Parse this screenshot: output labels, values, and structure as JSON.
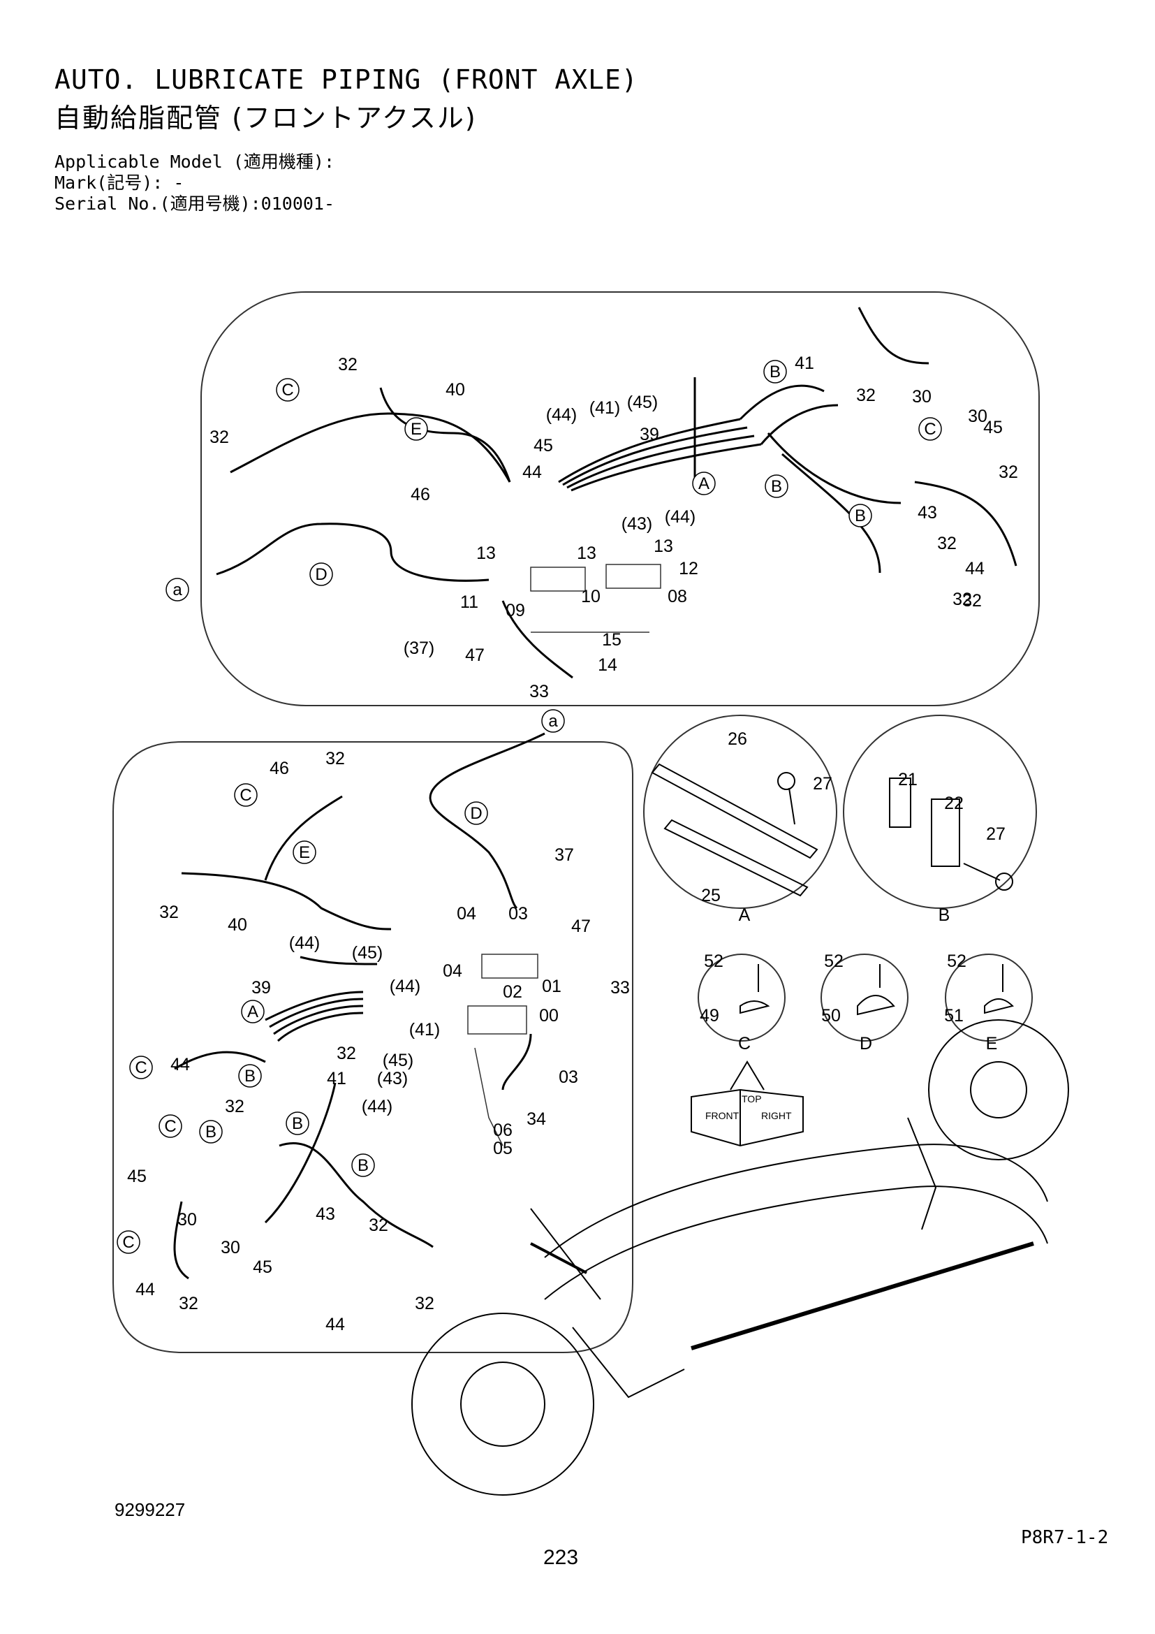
{
  "header": {
    "title_en": "AUTO. LUBRICATE PIPING (FRONT AXLE)",
    "title_ja": "自動給脂配管 (フロントアクスル)",
    "applicable_model": "Applicable Model (適用機種):",
    "mark": "Mark(記号): -",
    "serial_no": "Serial No.(適用号機):010001-"
  },
  "top_panel": {
    "labels": [
      "32",
      "40",
      "C",
      "E",
      "32",
      "46",
      "44",
      "45",
      "(44)",
      "(41)",
      "(45)",
      "39",
      "A",
      "(43)",
      "(44)",
      "13",
      "13",
      "13",
      "12",
      "11",
      "09",
      "10",
      "08",
      "15",
      "14",
      "47",
      "33",
      "(37)",
      "a",
      "D",
      "41",
      "B",
      "32",
      "30",
      "C",
      "30",
      "45",
      "32",
      "B",
      "B",
      "43",
      "32",
      "44",
      "32",
      "32"
    ]
  },
  "bottom_panel": {
    "labels": [
      "a",
      "46",
      "32",
      "C",
      "D",
      "E",
      "37",
      "32",
      "40",
      "04",
      "03",
      "47",
      "(44)",
      "(45)",
      "39",
      "(44)",
      "04",
      "01",
      "33",
      "02",
      "00",
      "A",
      "44",
      "(41)",
      "32",
      "C",
      "B",
      "41",
      "(45)",
      "(43)",
      "03",
      "32",
      "(44)",
      "34",
      "C",
      "B",
      "B",
      "06",
      "05",
      "45",
      "30",
      "B",
      "30",
      "43",
      "32",
      "C",
      "45",
      "44",
      "32",
      "32",
      "44"
    ]
  },
  "detail_circles": [
    {
      "id": "A",
      "parts": [
        "26",
        "27",
        "25"
      ]
    },
    {
      "id": "B",
      "parts": [
        "21",
        "22",
        "27"
      ]
    },
    {
      "id": "C",
      "parts": [
        "52",
        "49"
      ]
    },
    {
      "id": "D",
      "parts": [
        "52",
        "50"
      ]
    },
    {
      "id": "E",
      "parts": [
        "52",
        "51"
      ]
    }
  ],
  "orientation_box": {
    "front": "FRONT",
    "top": "TOP",
    "right": "RIGHT"
  },
  "footer": {
    "drawing_no": "9299227",
    "page_code": "P8R7-1-2",
    "page_no": "223"
  }
}
